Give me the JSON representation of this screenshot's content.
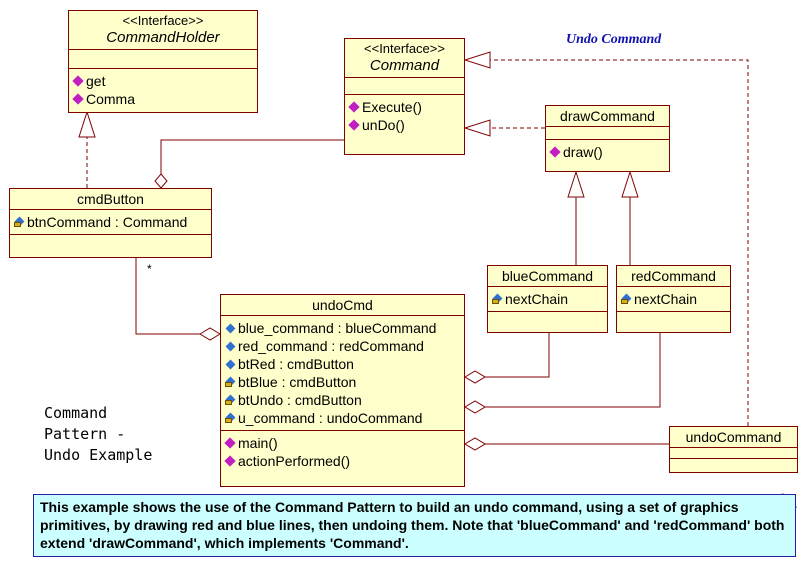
{
  "title": "Undo Command",
  "caption": "Command\nPattern -\nUndo Example",
  "multiplicity": "*",
  "note": "This example shows the use of the Command Pattern to build an undo command, using a set of graphics primitives, by drawing red and blue lines, then undoing them.  Note that 'blueCommand' and 'redCommand' both extend 'drawCommand', which implements 'Command'.",
  "classes": {
    "commandHolder": {
      "stereotype": "<<Interface>>",
      "name": "CommandHolder",
      "ops": [
        "get",
        "Comma"
      ]
    },
    "command": {
      "stereotype": "<<Interface>>",
      "name": "Command",
      "ops": [
        "Execute()",
        "unDo()"
      ]
    },
    "drawCommand": {
      "name": "drawCommand",
      "ops": [
        "draw()"
      ]
    },
    "cmdButton": {
      "name": "cmdButton",
      "attrs": [
        "btnCommand : Command"
      ]
    },
    "blueCommand": {
      "name": "blueCommand",
      "attrs": [
        "nextChain"
      ]
    },
    "redCommand": {
      "name": "redCommand",
      "attrs": [
        "nextChain"
      ]
    },
    "undoCmd": {
      "name": "undoCmd",
      "attrs": [
        "blue_command : blueCommand",
        "red_command : redCommand",
        "btRed : cmdButton",
        "btBlue : cmdButton",
        "btUndo : cmdButton",
        "u_command : undoCommand"
      ],
      "ops": [
        "main()",
        "actionPerformed()"
      ]
    },
    "undoCommand": {
      "name": "undoCommand"
    }
  },
  "colors": {
    "classFill": "#ffffcc",
    "border": "#800000",
    "noteFill": "#ccffff",
    "title": "#1010b0"
  }
}
